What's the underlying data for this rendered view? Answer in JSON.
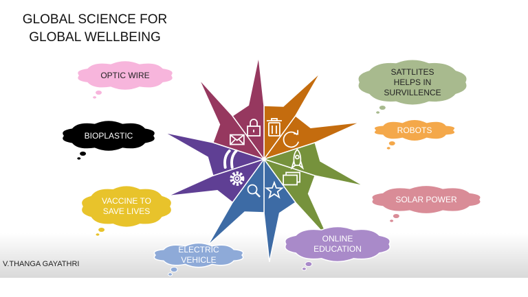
{
  "title": "GLOBAL SCIENCE FOR\nGLOBAL WELLBEING",
  "author": "V.THANGA GAYATHRI",
  "colors": {
    "orange": "#c46c0e",
    "green": "#76923c",
    "blue": "#3d6ba5",
    "purple": "#5f3f94",
    "maroon": "#96385f",
    "bottom_fade": "#d9d9d9"
  },
  "wheel_segments": [
    {
      "icon": "trash-icon",
      "color": "#c46c0e"
    },
    {
      "icon": "refresh-icon",
      "color": "#c46c0e"
    },
    {
      "icon": "rocket-icon",
      "color": "#76923c"
    },
    {
      "icon": "slides-icon",
      "color": "#76923c"
    },
    {
      "icon": "star-icon",
      "color": "#3d6ba5"
    },
    {
      "icon": "search-icon",
      "color": "#3d6ba5"
    },
    {
      "icon": "gear-icon",
      "color": "#5f3f94"
    },
    {
      "icon": "quote-icon",
      "color": "#5f3f94"
    },
    {
      "icon": "envelope-icon",
      "color": "#96385f"
    },
    {
      "icon": "lock-icon",
      "color": "#96385f"
    }
  ],
  "callouts": [
    {
      "id": "optic",
      "label": "OPTIC WIRE",
      "fill": "#f7b5dc",
      "text_color": "#222222"
    },
    {
      "id": "bioplastic",
      "label": "BIOPLASTIC",
      "fill": "#000000",
      "text_color": "#ffffff"
    },
    {
      "id": "vaccine",
      "label": "VACCINE TO\nSAVE LIVES",
      "fill": "#e8c32b",
      "text_color": "#ffffff"
    },
    {
      "id": "electric",
      "label": "ELECTRIC\nVEHICLE",
      "fill": "#8eaad8",
      "text_color": "#ffffff"
    },
    {
      "id": "online",
      "label": "ONLINE\nEDUCATION",
      "fill": "#a98ac9",
      "text_color": "#ffffff"
    },
    {
      "id": "solar",
      "label": "SOLAR POWER",
      "fill": "#d98c97",
      "text_color": "#ffffff"
    },
    {
      "id": "robots",
      "label": "ROBOTS",
      "fill": "#f4a84a",
      "text_color": "#ffffff"
    },
    {
      "id": "satellites",
      "label": "SATTLITES\nHELPS IN\nSURVILLENCE",
      "fill": "#a8ba8e",
      "text_color": "#222222"
    }
  ]
}
